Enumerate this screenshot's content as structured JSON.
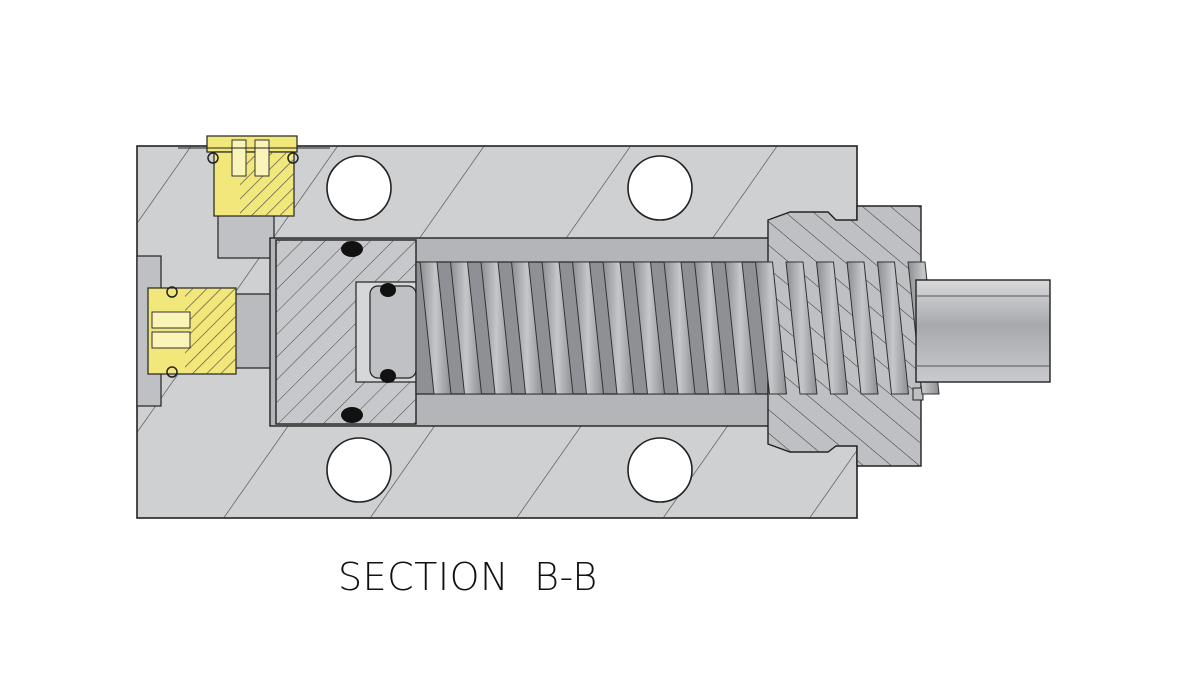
{
  "caption": {
    "text": "SECTION  B-B"
  },
  "colors": {
    "body": "#cfd0d2",
    "cap": "#bfc0c3",
    "hatch_body": "#333333",
    "brass": "#f2e77a",
    "brass_dark": "#c9b83a",
    "bore": "#a9abae",
    "piston": "#c7c8cb",
    "screw": "#9b9da1",
    "screw_dark": "#6f7176",
    "rod": "#b0b2b5",
    "hole": "#ffffff",
    "outline": "#222222",
    "seal": "#111111"
  },
  "parts": [
    {
      "id": "valve-body",
      "label": ""
    },
    {
      "id": "mounting-hole",
      "count": 4
    },
    {
      "id": "fitting-top",
      "material": "brass"
    },
    {
      "id": "fitting-left",
      "material": "brass"
    },
    {
      "id": "piston"
    },
    {
      "id": "o-ring-seal",
      "count": 4
    },
    {
      "id": "threaded-screw"
    },
    {
      "id": "end-cap-nut"
    },
    {
      "id": "shaft"
    }
  ]
}
